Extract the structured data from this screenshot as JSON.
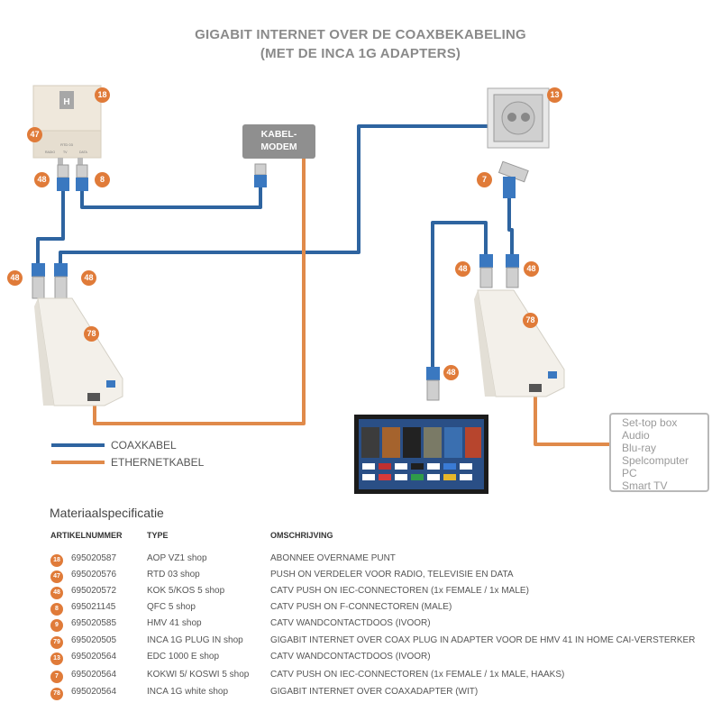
{
  "title": {
    "line1": "GIGABIT INTERNET OVER DE COAXBEKABELING",
    "line2": "(MET DE INCA 1G ADAPTERS)"
  },
  "colors": {
    "coax": "#2e64a0",
    "ethernet": "#e08a4a",
    "badge": "#e07b39"
  },
  "diagram": {
    "modem_line1": "KABEL-",
    "modem_line2": "MODEM",
    "box_labels": [
      "RADIO",
      "TV",
      "DATA"
    ],
    "box_model": "RTD 03",
    "badges": {
      "aop": "18",
      "rtd": "47",
      "kok_left": "48",
      "qfc": "8",
      "kok_split_left": "48",
      "kok_split_right": "48",
      "inca_left": "78",
      "wcd": "13",
      "koswi": "7",
      "kok_wall_left": "48",
      "kok_wall_right": "48",
      "inca_right": "78",
      "kok_tv": "48"
    },
    "devices": [
      "Set-top box",
      "Audio",
      "Blu-ray",
      "Spelcomputer",
      "PC",
      "Smart TV"
    ]
  },
  "legend": {
    "coax": "COAXKABEL",
    "ethernet": "ETHERNETKABEL"
  },
  "spec": {
    "heading": "Materiaalspecificatie",
    "columns": {
      "nr": "ARTIKELNUMMER",
      "type": "TYPE",
      "desc": "OMSCHRIJVING"
    },
    "rows": [
      {
        "badge": "18",
        "nr": "695020587",
        "type": "AOP VZ1 shop",
        "desc": "ABONNEE OVERNAME PUNT"
      },
      {
        "badge": "47",
        "nr": "695020576",
        "type": "RTD 03 shop",
        "desc": "PUSH ON VERDELER VOOR RADIO, TELEVISIE EN DATA"
      },
      {
        "badge": "48",
        "nr": "695020572",
        "type": "KOK 5/KOS 5 shop",
        "desc": "CATV PUSH ON IEC-CONNECTOREN (1x FEMALE / 1x MALE)"
      },
      {
        "badge": "8",
        "nr": "695021145",
        "type": "QFC 5 shop",
        "desc": "CATV PUSH ON F-CONNECTOREN (MALE)"
      },
      {
        "badge": "9",
        "nr": "695020585",
        "type": "HMV 41 shop",
        "desc": "CATV WANDCONTACTDOOS (IVOOR)"
      },
      {
        "badge": "79",
        "nr": "695020505",
        "type": "INCA 1G PLUG IN shop",
        "desc": "GIGABIT INTERNET OVER COAX PLUG IN ADAPTER VOOR DE HMV 41 IN HOME CAI-VERSTERKER"
      },
      {
        "badge": "13",
        "nr": "695020564",
        "type": "EDC 1000 E shop",
        "desc": "CATV WANDCONTACTDOOS (IVOOR)"
      },
      {
        "badge": "7",
        "nr": "695020564",
        "type": "KOKWI 5/ KOSWI 5 shop",
        "desc": "CATV PUSH ON IEC-CONNECTOREN (1x FEMALE / 1x MALE, HAAKS)"
      },
      {
        "badge": "78",
        "nr": "695020564",
        "type": "INCA 1G white shop",
        "desc": "GIGABIT INTERNET OVER COAXADAPTER (WIT)"
      }
    ]
  }
}
